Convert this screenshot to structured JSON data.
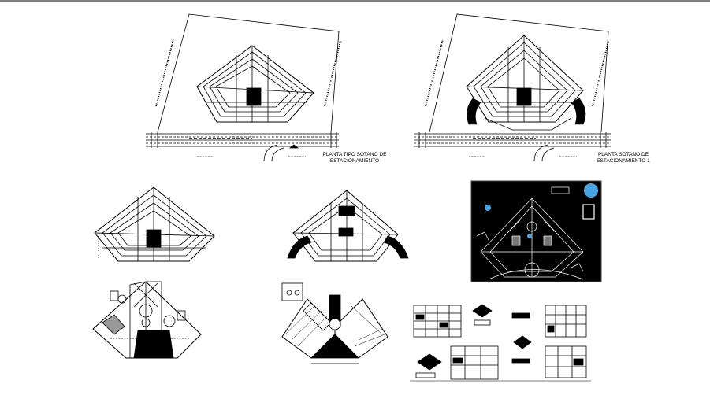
{
  "drawing": {
    "labels": {
      "plan_basement_typical_l1": "PLANTA TIPO SOTANO DE",
      "plan_basement_typical_l2": "ESTACIONAMIENTO",
      "plan_basement_1_l1": "PLANTA SOTANO DE",
      "plan_basement_1_l2": "ESTACIONAMIENTO 1"
    },
    "colors": {
      "line": "#000000",
      "background": "#ffffff",
      "render_background": "#000000",
      "accent_blue": "#4aa3e0"
    }
  }
}
